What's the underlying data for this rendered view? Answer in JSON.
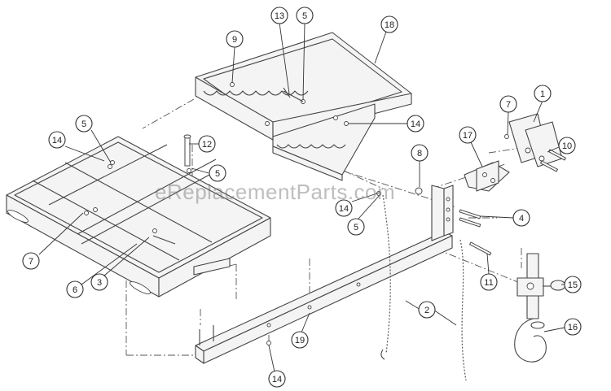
{
  "watermark": "eReplacementParts.com",
  "callouts": [
    "1",
    "2",
    "3",
    "4",
    "5",
    "5",
    "5",
    "5",
    "6",
    "7",
    "7",
    "8",
    "9",
    "10",
    "11",
    "12",
    "13",
    "14",
    "14",
    "14",
    "14",
    "15",
    "16",
    "17",
    "18",
    "19"
  ]
}
